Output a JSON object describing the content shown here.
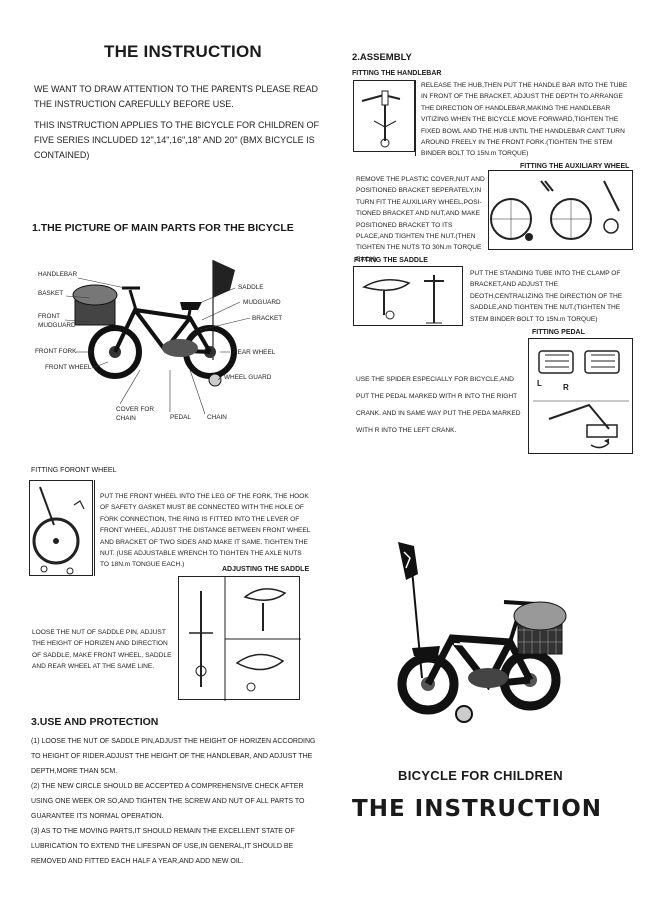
{
  "header": {
    "title": "THE INSTRUCTION",
    "intro1": "WE WANT TO DRAW ATTENTION TO THE PARENTS PLEASE READ THE INSTRUCTION CAREFULLY BEFORE USE.",
    "intro2": "THIS INSTRUCTION APPLIES TO THE BICYCLE FOR CHILDREN OF FIVE SERIES INCLUDED 12\",14\",16\",18\" AND 20\" (BMX BICYCLE IS CONTAINED)"
  },
  "parts": {
    "heading": "1.THE PICTURE OF MAIN PARTS FOR THE BICYCLE",
    "labels": {
      "handlebar": "HANDLEBAR",
      "basket": "BASKET",
      "front_mudguard": "FRONT MUDGUARD",
      "front_fork": "FRONT FORK",
      "front_wheel": "FRONT WHEEL",
      "cover_for_chain": "COVER FOR CHAIN",
      "pedal": "PEDAL",
      "chain": "CHAIN",
      "saddle": "SADDLE",
      "mudguard": "MUDGUARD",
      "bracket": "BRACKET",
      "rear_wheel": "REAR WHEEL",
      "wheel_guard": "WHEEL GUARD"
    }
  },
  "assembly": {
    "heading": "2.ASSEMBLY",
    "handlebar_title": "FITTING THE HANDLEBAR",
    "handlebar_text": "RELEASE THE HUB,THEN PUT THE HANDLE BAR INTO THE TUBE IN FRONT OF THE BRACKET, ADJUST THE DEPTH TO ARRANGE THE DIRECTION OF HANDLEBAR,MAKING THE HANDLEBAR VITIZING WHEN THE BICYCLE MOVE FORWARD,TIGHTEN THE FIXED BOWL AND THE HUB UNTIL THE HANDLEBAR CANT TURN AROUND FREELY IN THE FRONT FORK.(TIGHTEN THE STEM BINDER BOLT TO 15N.m TORQUE)",
    "aux_title": "FITTING THE AUXILIARY WHEEL",
    "aux_text": "REMOVE THE PLASTIC COVER,NUT AND POSITIONED BRACKET SEPERATELY,IN TURN FIT THE AUXILIARY WHEEL,POSI-TIONED BRACKET AND NUT,AND MAKE POSITIONED BRACKET TO ITS PLACE,AND TIGHTEN THE NUT.(THEN TIGHTEN THE NUTS TO 30N.m TORQUE EACH)",
    "saddle_title": "FITTING THE SADDLE",
    "saddle_text": "PUT THE STANDING TUBE INTO THE CLAMP OF BRACKET,AND ADJUST THE DEOTH,CENTRALIZING THE DIRECTION OF THE SADDLE,AND TIGHTEN THE NUT.(TIGHTEN THE STEM BINDER BOLT TO 15N.m TORQUE)",
    "pedal_title": "FITTING PEDAL",
    "pedal_text": "USE THE SPIDER ESPECIALLY FOR BICYCLE,AND PUT THE PEDAL MARKED WITH R INTO THE RIGHT CRANK. AND IN SAME WAY PUT THE PEDA MARKED WITH R INTO THE LEFT CRANK.",
    "pedal_l": "L",
    "pedal_r": "R"
  },
  "front_wheel": {
    "title": "FITTING FORONT WHEEL",
    "text": "PUT THE FRONT WHEEL INTO THE LEG OF THE FORK, THE HOOK OF SAFETY GASKET MUST BE CONNECTED WITH THE HOLE OF FORK CONNECTION, THE RING IS FITTED INTO THE LEVER OF FRONT WHEEL, ADJUST THE DISTANCE BETWEEN FRONT WHEEL AND BRACKET OF TWO SIDES AND MAKE IT SAME. TIGHTEN THE NUT. (USE ADJUSTABLE WRENCH TO TIGHTEN THE AXLE NUTS TO 18N.m TONGUE EACH.)"
  },
  "adjust_saddle": {
    "title": "ADJUSTING THE SADDLE",
    "text": "LOOSE THE NUT OF SADDLE PIN, ADJUST THE HEIGHT OF HORIZEN AND DIRECTION OF SADDLE, MAKE FRONT WHEEL, SADDLE AND REAR WHEEL AT THE SAME LINE."
  },
  "use": {
    "heading": "3.USE AND PROTECTION",
    "items": [
      "(1) LOOSE THE NUT OF SADDLE PIN,ADJUST THE HEIGHT OF HORIZEN ACCORDING TO HEIGHT OF RIDER.ADJUST THE HEIGHT OF THE HANDLEBAR, AND ADJUST THE DEPTH,MORE THAN 5CM.",
      "(2) THE NEW CIRCLE SHOULD BE ACCEPTED A COMPREHENSIVE CHECK AFTER USING ONE WEEK OR SO,AND TIGHTEN THE SCREW AND NUT OF ALL PARTS TO GUARANTEE ITS NORMAL OPERATION.",
      "(3) AS TO THE MOVING PARTS,IT SHOULD REMAIN THE EXCELLENT STATE OF LUBRICATION TO EXTEND THE LIFESPAN OF USE,IN GENERAL,IT SHOULD BE REMOVED AND FITTED EACH HALF A YEAR,AND ADD NEW OIL."
    ]
  },
  "cover": {
    "subtitle": "BICYCLE FOR CHILDREN",
    "title": "THE INSTRUCTION"
  },
  "colors": {
    "ink": "#1a1a1a",
    "paper": "#ffffff"
  }
}
